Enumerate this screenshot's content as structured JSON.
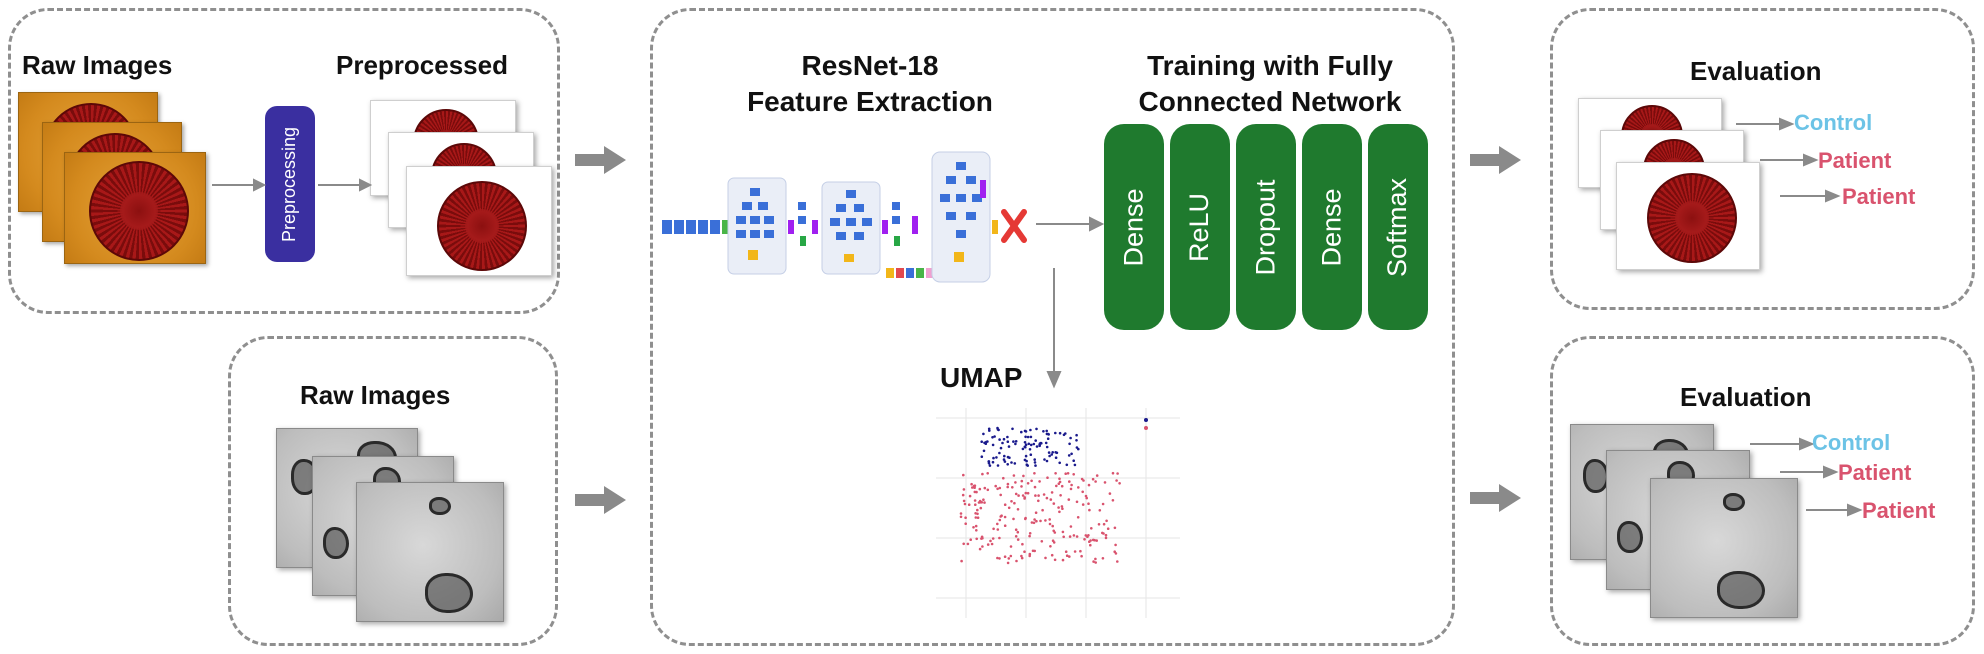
{
  "raw_top": "Raw Images",
  "preprocessed": "Preprocessed",
  "preprocessing": "Preprocessing",
  "raw_bottom": "Raw Images",
  "resnet": [
    "ResNet-18",
    "Feature Extraction"
  ],
  "training": [
    "Training with Fully",
    "Connected Network"
  ],
  "fc_layers": [
    "Dense",
    "ReLU",
    "Dropout",
    "Dense",
    "Softmax"
  ],
  "umap": "UMAP",
  "eval_top": {
    "title": "Evaluation",
    "outputs": [
      "Control",
      "Patient",
      "Patient"
    ]
  },
  "eval_bottom": {
    "title": "Evaluation",
    "outputs": [
      "Control",
      "Patient",
      "Patient"
    ]
  },
  "colors": {
    "control": "#6cc3e6",
    "patient": "#d9536e",
    "fc": "#1f7a2e",
    "preprocess": "#3a2fa0"
  }
}
